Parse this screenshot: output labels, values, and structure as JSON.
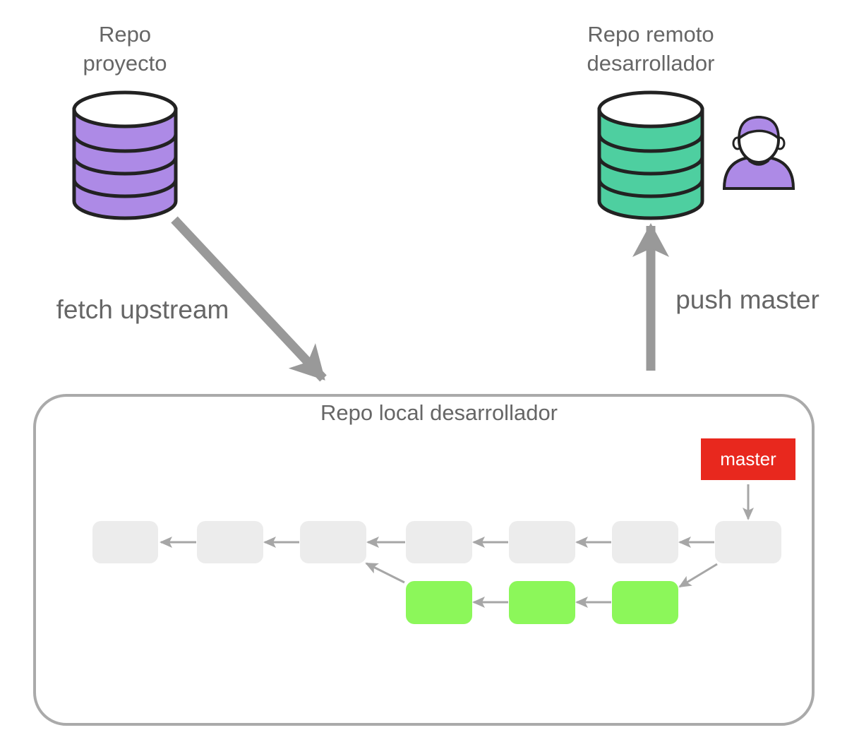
{
  "project_repo": {
    "title": "Repo\nproyecto",
    "color": "#ad8ae6"
  },
  "remote_repo": {
    "title": "Repo remoto\ndesarrollador",
    "color": "#4ecfa0"
  },
  "fetch_label": "fetch upstream",
  "push_label": "push master",
  "local_repo": {
    "title": "Repo local desarrollador"
  },
  "branch": {
    "label": "master",
    "color": "#e8281e"
  },
  "colors": {
    "commit_main": "#ececec",
    "commit_feature": "#8cf75a",
    "arrow_big": "#999999",
    "arrow_small": "#a6a6a6",
    "box_border": "#aaaaaa",
    "user": "#ad8ae6"
  }
}
